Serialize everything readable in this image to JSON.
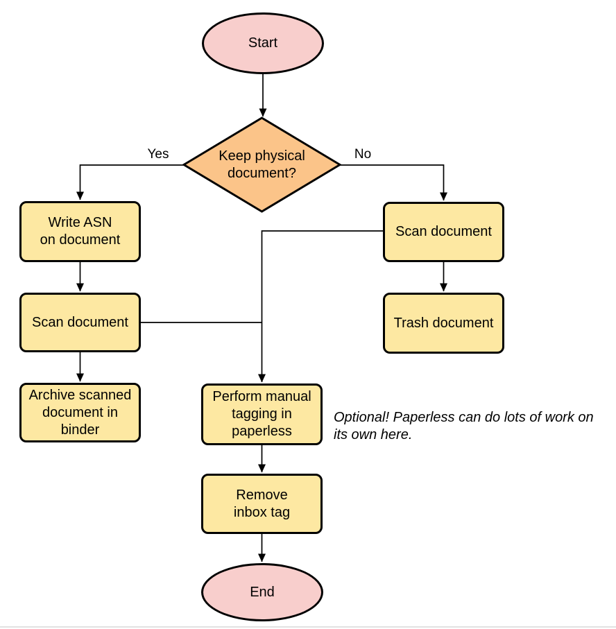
{
  "colors": {
    "terminal_fill": "#f8cecc",
    "decision_fill": "#fbc489",
    "process_fill": "#fde8a2",
    "border_color": "#000000",
    "edge_color": "#000000",
    "page_bg": "#ffffff",
    "bottom_line": "#e2e2e2"
  },
  "nodes": {
    "start": {
      "label": "Start",
      "shape": "ellipse"
    },
    "decision": {
      "label": "Keep physical\ndocument?",
      "shape": "diamond"
    },
    "write_asn": {
      "label": "Write ASN\non document",
      "shape": "process"
    },
    "scan_left": {
      "label": "Scan document",
      "shape": "process"
    },
    "archive": {
      "label": "Archive scanned\ndocument in\nbinder",
      "shape": "process"
    },
    "scan_right": {
      "label": "Scan document",
      "shape": "process"
    },
    "trash": {
      "label": "Trash document",
      "shape": "process"
    },
    "perform_tagging": {
      "label": "Perform manual\ntagging in\npaperless",
      "shape": "process"
    },
    "remove_inbox": {
      "label": "Remove\ninbox tag",
      "shape": "process"
    },
    "end": {
      "label": "End",
      "shape": "ellipse"
    }
  },
  "edges": {
    "yes_label": "Yes",
    "no_label": "No"
  },
  "note": {
    "text": "Optional! Paperless can do lots of work on\nits own here."
  }
}
